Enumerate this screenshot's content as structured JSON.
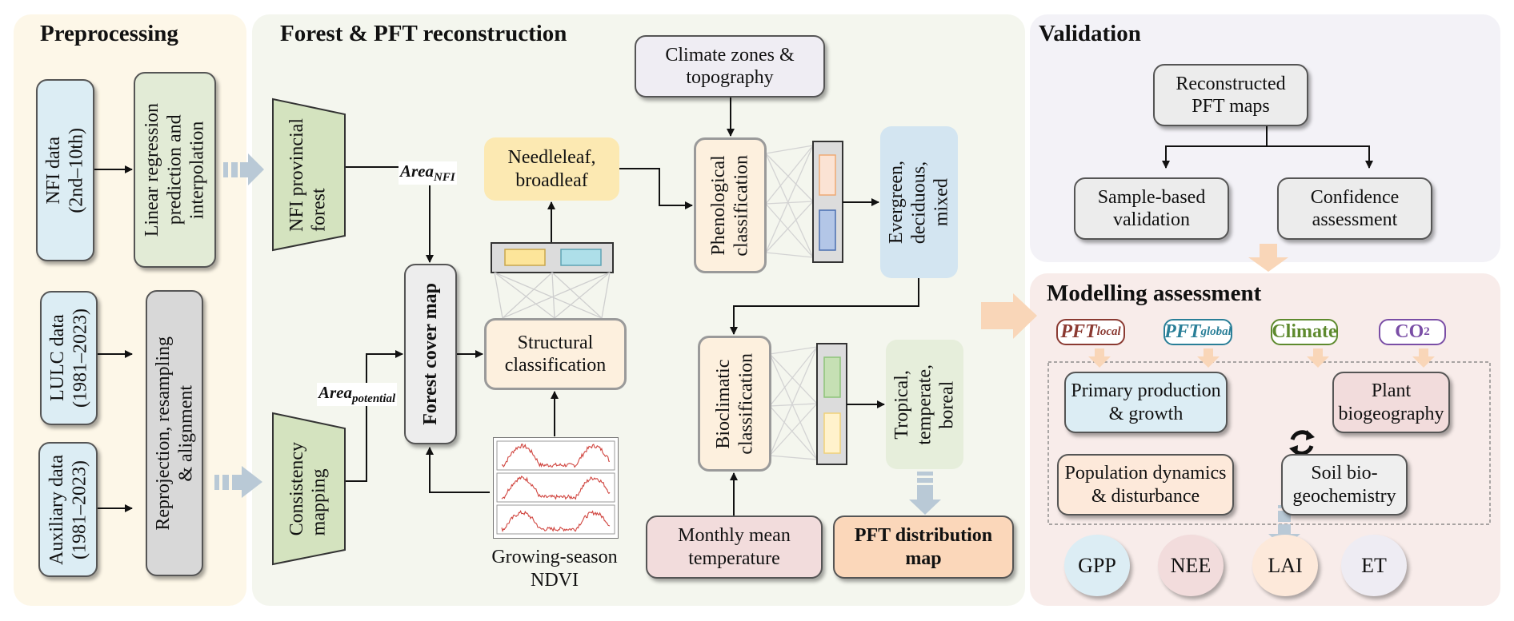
{
  "panels": {
    "preprocessing": {
      "title": "Preprocessing",
      "nfi_data": [
        "NFI data",
        "(2nd–10th)"
      ],
      "linear_regression": [
        "Linear regression",
        "prediction and",
        "interpolation"
      ],
      "lulc_data": [
        "LULC data",
        "(1981–2023)"
      ],
      "auxiliary_data": [
        "Auxiliary data",
        "(1981–2023)"
      ],
      "reprojection": [
        "Reprojection, resampling",
        "& alignment"
      ]
    },
    "reconstruction": {
      "title": "Forest & PFT reconstruction",
      "nfi_provincial": [
        "NFI provincial",
        "forest"
      ],
      "consistency_mapping": [
        "Consistency",
        "mapping"
      ],
      "area_nfi": {
        "main": "Area",
        "sub": "NFI"
      },
      "area_potential": {
        "main": "Area",
        "sub": "potential"
      },
      "forest_cover_map": "Forest cover map",
      "needleleaf": [
        "Needleleaf,",
        "broadleaf"
      ],
      "structural": [
        "Structural",
        "classification"
      ],
      "ndvi_label": [
        "Growing-season",
        "NDVI"
      ],
      "climate_zones": [
        "Climate zones &",
        "topography"
      ],
      "phenological": [
        "Phenological",
        "classification"
      ],
      "evergreen": [
        "Evergreen,",
        "deciduous,",
        "mixed"
      ],
      "bioclimatic": [
        "Bioclimatic",
        "classification"
      ],
      "tropical": [
        "Tropical,",
        "temperate,",
        "boreal"
      ],
      "monthly_temp": [
        "Monthly mean",
        "temperature"
      ],
      "pft_map": [
        "PFT distribution",
        "map"
      ]
    },
    "validation": {
      "title": "Validation",
      "reconstructed": [
        "Reconstructed",
        "PFT maps"
      ],
      "sample_based": [
        "Sample-based",
        "validation"
      ],
      "confidence": [
        "Confidence",
        "assessment"
      ]
    },
    "modelling": {
      "title": "Modelling assessment",
      "inputs": [
        {
          "main": "PFT",
          "sub": "local",
          "color": "#8b3a32"
        },
        {
          "main": "PFT",
          "sub": "global",
          "color": "#2a7f98"
        },
        {
          "main": "Climate",
          "sub": "",
          "color": "#5e8a2e"
        },
        {
          "main": "CO",
          "sub": "2",
          "color": "#7a4ea6"
        }
      ],
      "processes": {
        "primary": [
          "Primary production",
          "& growth"
        ],
        "biogeography": [
          "Plant",
          "biogeography"
        ],
        "population": [
          "Population dynamics",
          "& disturbance"
        ],
        "soil": [
          "Soil bio-",
          "geochemistry"
        ]
      },
      "outputs": [
        "GPP",
        "NEE",
        "LAI",
        "ET"
      ]
    }
  },
  "colors": {
    "preproc_bg": "#fdf7e8",
    "recon_bg": "#f4f6ee",
    "valid_bg": "#f3f2f7",
    "model_bg": "#f8ecea",
    "blue_box": "#dcedf4",
    "green_box": "#e2ebd6",
    "gray_box": "#d8d8d8",
    "trapezoid": "#d4e3bf",
    "peach_arrow": "#f9d6b8",
    "steel_arrow": "#b9c9d6"
  }
}
